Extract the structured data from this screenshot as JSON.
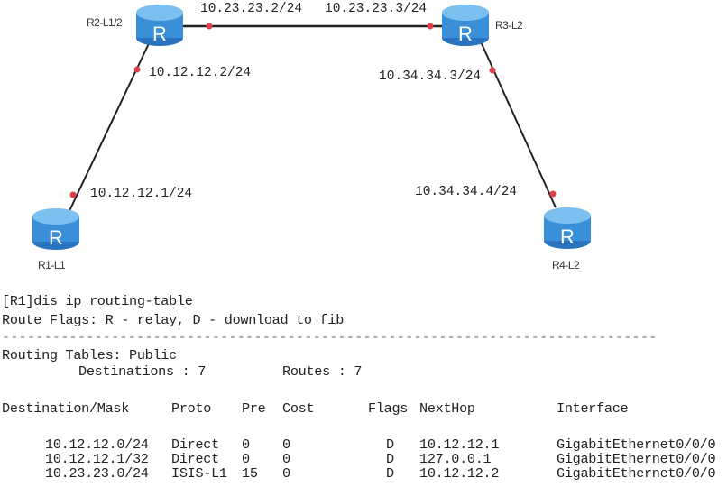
{
  "topology": {
    "routers": [
      {
        "id": "r2",
        "name": "R2-L1/2",
        "glyph": "R"
      },
      {
        "id": "r3",
        "name": "R3-L2",
        "glyph": "R"
      },
      {
        "id": "r1",
        "name": "R1-L1",
        "glyph": "R"
      },
      {
        "id": "r4",
        "name": "R4-L2",
        "glyph": "R"
      }
    ],
    "interfaces": {
      "r2_r3_side_r2": "10.23.23.2/24",
      "r2_r3_side_r3": "10.23.23.3/24",
      "r2_r1_side_r2": "10.12.12.2/24",
      "r3_r4_side_r3": "10.34.34.3/24",
      "r1_side": "10.12.12.1/24",
      "r4_side": "10.34.34.4/24"
    },
    "colors": {
      "router": "#3a8fd9",
      "link": "#222222",
      "port": "#e0404a"
    }
  },
  "cli": {
    "command": "[R1]dis ip routing-table",
    "flags_legend": "Route Flags: R - relay, D - download to fib",
    "separator": "------------------------------------------------------------------------------",
    "table_name": "Routing Tables: Public",
    "destinations": "Destinations : 7",
    "routes": "Routes : 7",
    "headers": [
      "Destination/Mask",
      "Proto",
      "Pre",
      "Cost",
      "Flags",
      "NextHop",
      "Interface"
    ],
    "rows": [
      [
        "10.12.12.0/24",
        "Direct",
        "0",
        "0",
        "D",
        "10.12.12.1",
        "GigabitEthernet0/0/0"
      ],
      [
        "10.12.12.1/32",
        "Direct",
        "0",
        "0",
        "D",
        "127.0.0.1",
        "GigabitEthernet0/0/0"
      ],
      [
        "10.23.23.0/24",
        "ISIS-L1",
        "15",
        "0",
        "D",
        "10.12.12.2",
        "GigabitEthernet0/0/0"
      ]
    ]
  }
}
